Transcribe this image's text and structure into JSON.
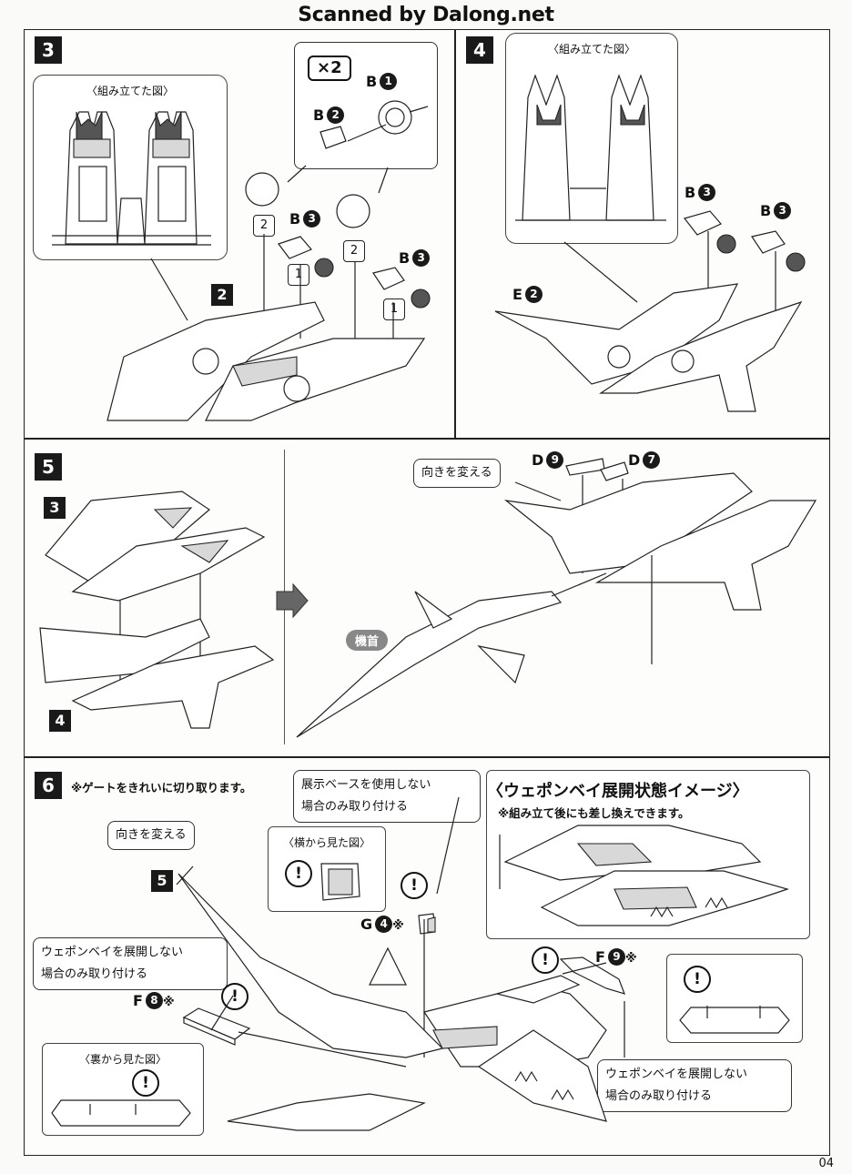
{
  "header": {
    "scan_credit": "Scanned by Dalong.net"
  },
  "common": {
    "assembled_view": "〈組み立てた図〉",
    "turn_around": "向きを変える"
  },
  "step3": {
    "number": "3",
    "ref": "2",
    "multiplier": "×2",
    "parts": [
      {
        "letter": "B",
        "num": "1"
      },
      {
        "letter": "B",
        "num": "2"
      },
      {
        "letter": "B",
        "num": "3"
      },
      {
        "letter": "B",
        "num": "3"
      }
    ],
    "order_marks": [
      "2",
      "1",
      "2",
      "1"
    ]
  },
  "step4": {
    "number": "4",
    "parts": [
      {
        "letter": "B",
        "num": "3"
      },
      {
        "letter": "B",
        "num": "3"
      },
      {
        "letter": "E",
        "num": "2"
      }
    ]
  },
  "step5": {
    "number": "5",
    "refs": [
      "3",
      "4"
    ],
    "parts": [
      {
        "letter": "D",
        "num": "9"
      },
      {
        "letter": "D",
        "num": "7"
      }
    ],
    "nose_label": "機首"
  },
  "step6": {
    "number": "6",
    "gate_note": "※ゲートをきれいに切り取ります。",
    "ref": "5",
    "display_base_note_line1": "展示ベースを使用しない",
    "display_base_note_line2": "場合のみ取り付ける",
    "side_view": "〈横から見た図〉",
    "back_view": "〈裏から見た図〉",
    "weapon_bay_note_line1": "ウェポンベイを展開しない",
    "weapon_bay_note_line2": "場合のみ取り付ける",
    "parts": [
      {
        "letter": "G",
        "num": "4",
        "mark": "※"
      },
      {
        "letter": "F",
        "num": "8",
        "mark": "※"
      },
      {
        "letter": "F",
        "num": "9",
        "mark": "※"
      }
    ],
    "image_title": "〈ウェポンベイ展開状態イメージ〉",
    "image_subtitle": "※組み立て後にも差し換えできます。"
  },
  "footer": {
    "page_number": "04"
  }
}
